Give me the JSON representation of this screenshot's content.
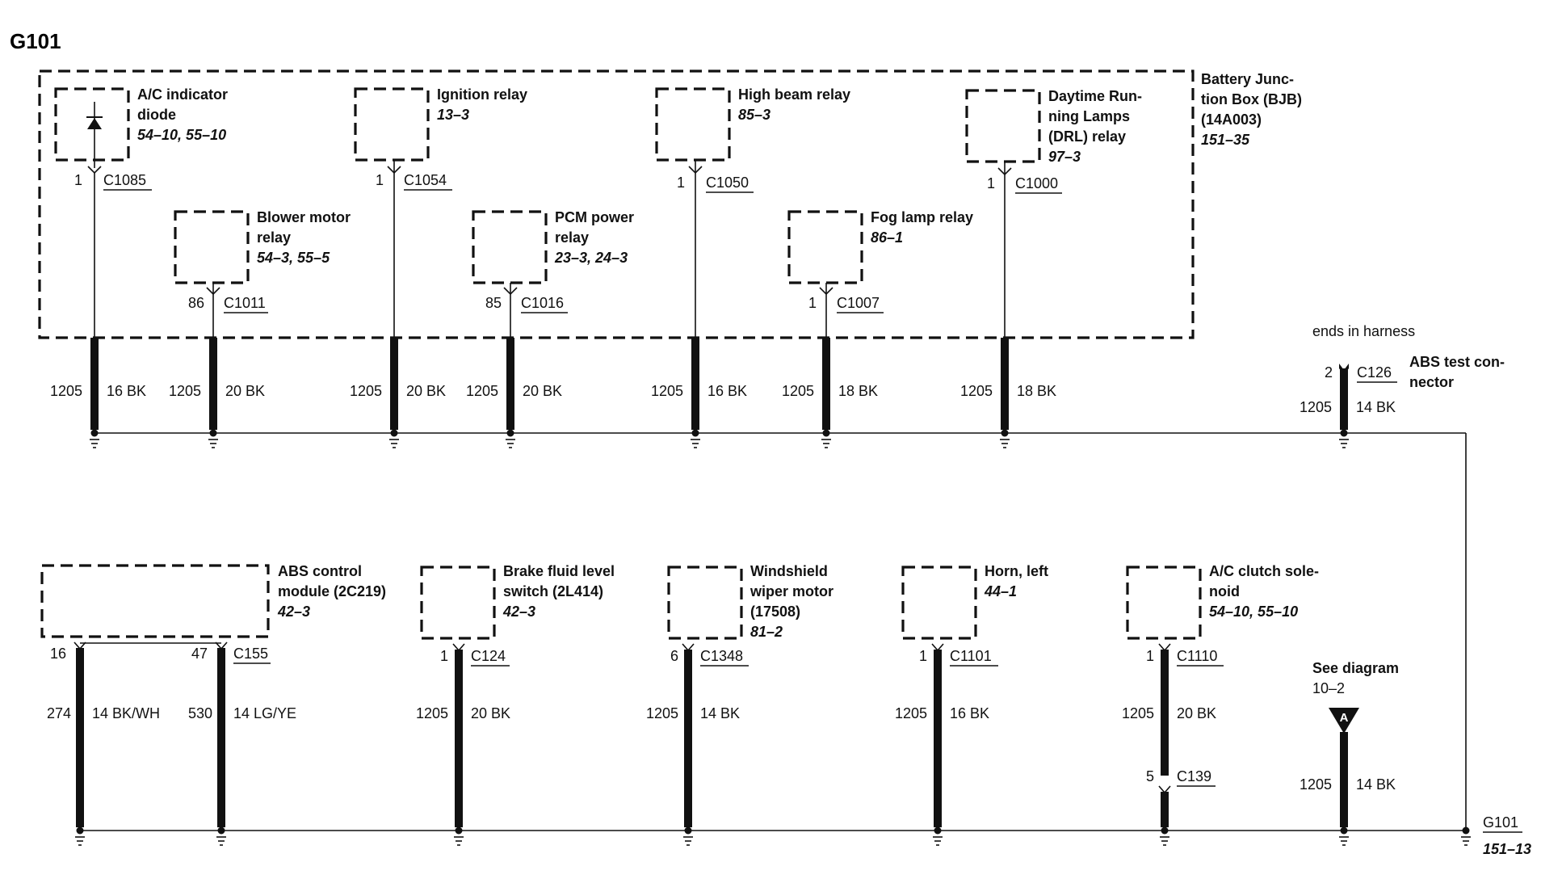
{
  "title": "G101",
  "bjb": {
    "lines": [
      "Battery Junc-",
      "tion Box (BJB)",
      "(14A003)"
    ],
    "ref": "151–35"
  },
  "top_components": [
    {
      "lines": [
        "A/C indicator",
        "diode"
      ],
      "ref": "54–10, 55–10",
      "pin": "1",
      "conn": "C1085",
      "circuit": "1205",
      "wire": "16 BK",
      "icon": "diode-symbol"
    },
    {
      "lines": [
        "Blower motor",
        "relay"
      ],
      "ref": "54–3, 55–5",
      "pin": "86",
      "conn": "C1011",
      "circuit": "1205",
      "wire": "20 BK"
    },
    {
      "lines": [
        "Ignition relay"
      ],
      "ref": "13–3",
      "pin": "1",
      "conn": "C1054",
      "circuit": "1205",
      "wire": "20 BK"
    },
    {
      "lines": [
        "PCM power",
        "relay"
      ],
      "ref": "23–3, 24–3",
      "pin": "85",
      "conn": "C1016",
      "circuit": "1205",
      "wire": "20 BK"
    },
    {
      "lines": [
        "High beam relay"
      ],
      "ref": "85–3",
      "pin": "1",
      "conn": "C1050",
      "circuit": "1205",
      "wire": "16 BK"
    },
    {
      "lines": [
        "Fog lamp relay"
      ],
      "ref": "86–1",
      "pin": "1",
      "conn": "C1007",
      "circuit": "1205",
      "wire": "18 BK"
    },
    {
      "lines": [
        "Daytime Run-",
        "ning Lamps",
        "(DRL) relay"
      ],
      "ref": "97–3",
      "pin": "1",
      "conn": "C1000",
      "circuit": "1205",
      "wire": "18 BK"
    }
  ],
  "abs_test": {
    "note": "ends in harness",
    "lines": [
      "ABS test con-",
      "nector"
    ],
    "pin": "2",
    "conn": "C126",
    "circuit": "1205",
    "wire": "14 BK"
  },
  "bottom_components": [
    {
      "lines": [
        "ABS control",
        "module (2C219)"
      ],
      "ref": "42–3",
      "wires": [
        {
          "pin": "16",
          "circuit": "274",
          "wire": "14 BK/WH"
        },
        {
          "pin": "47",
          "conn": "C155",
          "circuit": "530",
          "wire": "14 LG/YE"
        }
      ]
    },
    {
      "lines": [
        "Brake fluid level",
        "switch (2L414)"
      ],
      "ref": "42–3",
      "pin": "1",
      "conn": "C124",
      "circuit": "1205",
      "wire": "20 BK"
    },
    {
      "lines": [
        "Windshield",
        "wiper motor",
        "(17508)"
      ],
      "ref": "81–2",
      "pin": "6",
      "conn": "C1348",
      "circuit": "1205",
      "wire": "14 BK"
    },
    {
      "lines": [
        "Horn, left"
      ],
      "ref": "44–1",
      "pin": "1",
      "conn": "C1101",
      "circuit": "1205",
      "wire": "16 BK"
    },
    {
      "lines": [
        "A/C clutch sole-",
        "noid"
      ],
      "ref": "54–10, 55–10",
      "pin": "1",
      "conn": "C1110",
      "circuit": "1205",
      "wire": "20 BK",
      "inline_pin": "5",
      "inline_conn": "C139"
    }
  ],
  "see_diagram": {
    "lines": [
      "See diagram",
      "10–2"
    ],
    "badge": "A",
    "circuit": "1205",
    "wire": "14 BK"
  },
  "ground_ref": {
    "name": "G101",
    "ref": "151–13"
  }
}
